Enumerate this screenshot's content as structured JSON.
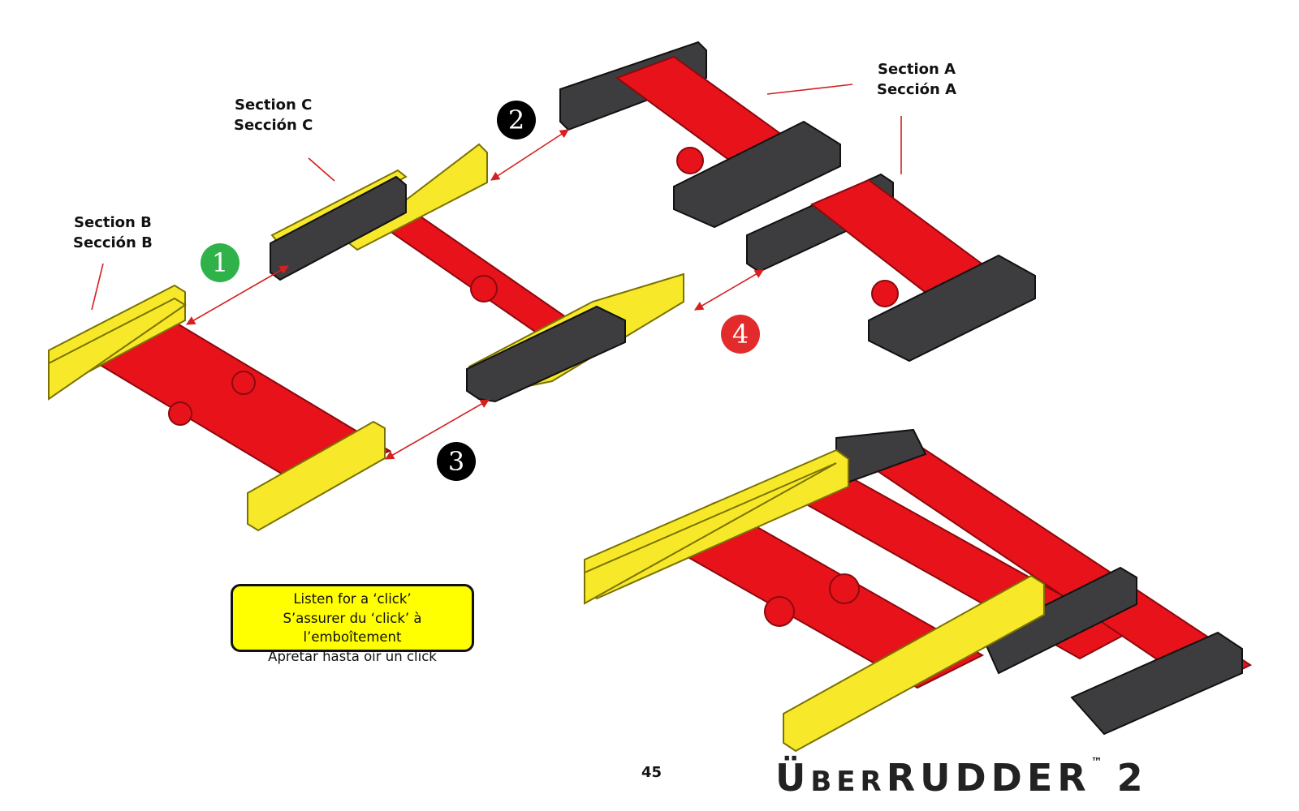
{
  "labels": {
    "section_a": [
      "Section A",
      "Sección A"
    ],
    "section_b": [
      "Section B",
      "Sección B"
    ],
    "section_c": [
      "Section C",
      "Sección C"
    ]
  },
  "steps": [
    {
      "number": "1",
      "color": "#2fb24a"
    },
    {
      "number": "2",
      "color": "#000000"
    },
    {
      "number": "3",
      "color": "#000000"
    },
    {
      "number": "4",
      "color": "#e32b2b"
    }
  ],
  "callout": {
    "lines": [
      "Listen for a ‘click’",
      "S’assurer du ‘click’ à l’emboîtement",
      "Apretar hasta oír un click"
    ],
    "background": "#ffff00"
  },
  "footer": {
    "page_number": "45",
    "brand_u": "Ü",
    "brand_ber": "BER",
    "brand_rudder": "RUDDER",
    "brand_tm": "™",
    "brand_version": "2"
  },
  "colors": {
    "red": "#e8121b",
    "yellow": "#f7e92a",
    "gray": "#3d3d3f"
  }
}
